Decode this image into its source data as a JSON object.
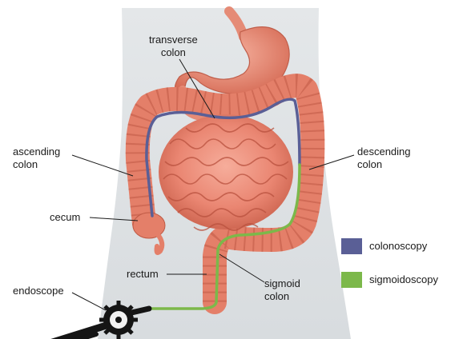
{
  "labels": {
    "transverse_colon": [
      "transverse",
      "colon"
    ],
    "ascending_colon": [
      "ascending",
      "colon"
    ],
    "descending_colon": [
      "descending",
      "colon"
    ],
    "cecum": "cecum",
    "rectum": "rectum",
    "sigmoid_colon": [
      "sigmoid",
      "colon"
    ],
    "endoscope": "endoscope"
  },
  "legend": [
    {
      "label": "colonoscopy",
      "color": "#5a5f96"
    },
    {
      "label": "sigmoidoscopy",
      "color": "#7cb84a"
    }
  ],
  "colors": {
    "body": "#dfe2e4",
    "organ": "#e9826f",
    "organ_light": "#f4a592",
    "organ_dark": "#b9513e",
    "scope_path_colonoscopy": "#5a5f96",
    "scope_path_sigmoidoscopy": "#7cb84a",
    "instrument": "#151515"
  }
}
